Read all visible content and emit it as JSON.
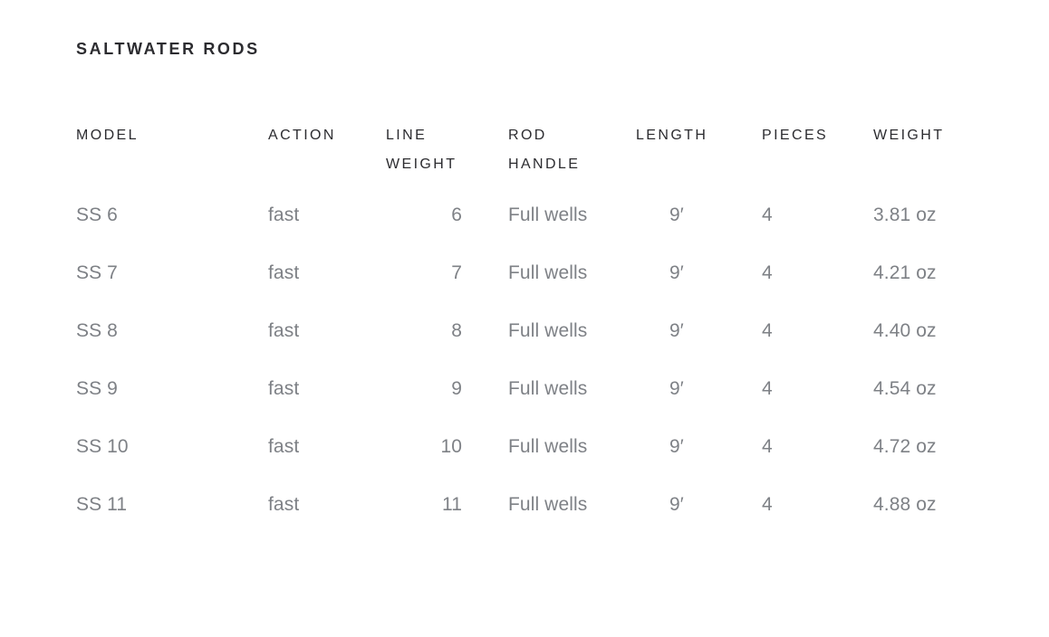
{
  "page": {
    "background_color": "#ffffff",
    "title_color": "#2c2c30",
    "header_color": "#2c2c30",
    "body_text_color": "#7e8186"
  },
  "section": {
    "title": "SALTWATER RODS"
  },
  "table": {
    "columns": [
      {
        "key": "model",
        "label": "MODEL"
      },
      {
        "key": "action",
        "label": "ACTION"
      },
      {
        "key": "lineweight",
        "label": "LINE\nWEIGHT"
      },
      {
        "key": "rodhandle",
        "label": "ROD\nHANDLE"
      },
      {
        "key": "length",
        "label": "LENGTH"
      },
      {
        "key": "pieces",
        "label": "PIECES"
      },
      {
        "key": "weight",
        "label": "WEIGHT"
      }
    ],
    "rows": [
      {
        "model": "SS 6",
        "action": "fast",
        "lineweight": "6",
        "rodhandle": "Full wells",
        "length": "9′",
        "pieces": "4",
        "weight": "3.81 oz"
      },
      {
        "model": "SS 7",
        "action": "fast",
        "lineweight": "7",
        "rodhandle": "Full wells",
        "length": "9′",
        "pieces": "4",
        "weight": "4.21 oz"
      },
      {
        "model": "SS 8",
        "action": "fast",
        "lineweight": "8",
        "rodhandle": "Full wells",
        "length": "9′",
        "pieces": "4",
        "weight": "4.40 oz"
      },
      {
        "model": "SS 9",
        "action": "fast",
        "lineweight": "9",
        "rodhandle": "Full wells",
        "length": "9′",
        "pieces": "4",
        "weight": "4.54 oz"
      },
      {
        "model": "SS 10",
        "action": "fast",
        "lineweight": "10",
        "rodhandle": "Full wells",
        "length": "9′",
        "pieces": "4",
        "weight": "4.72 oz"
      },
      {
        "model": "SS 11",
        "action": "fast",
        "lineweight": "11",
        "rodhandle": "Full wells",
        "length": "9′",
        "pieces": "4",
        "weight": "4.88 oz"
      }
    ]
  }
}
